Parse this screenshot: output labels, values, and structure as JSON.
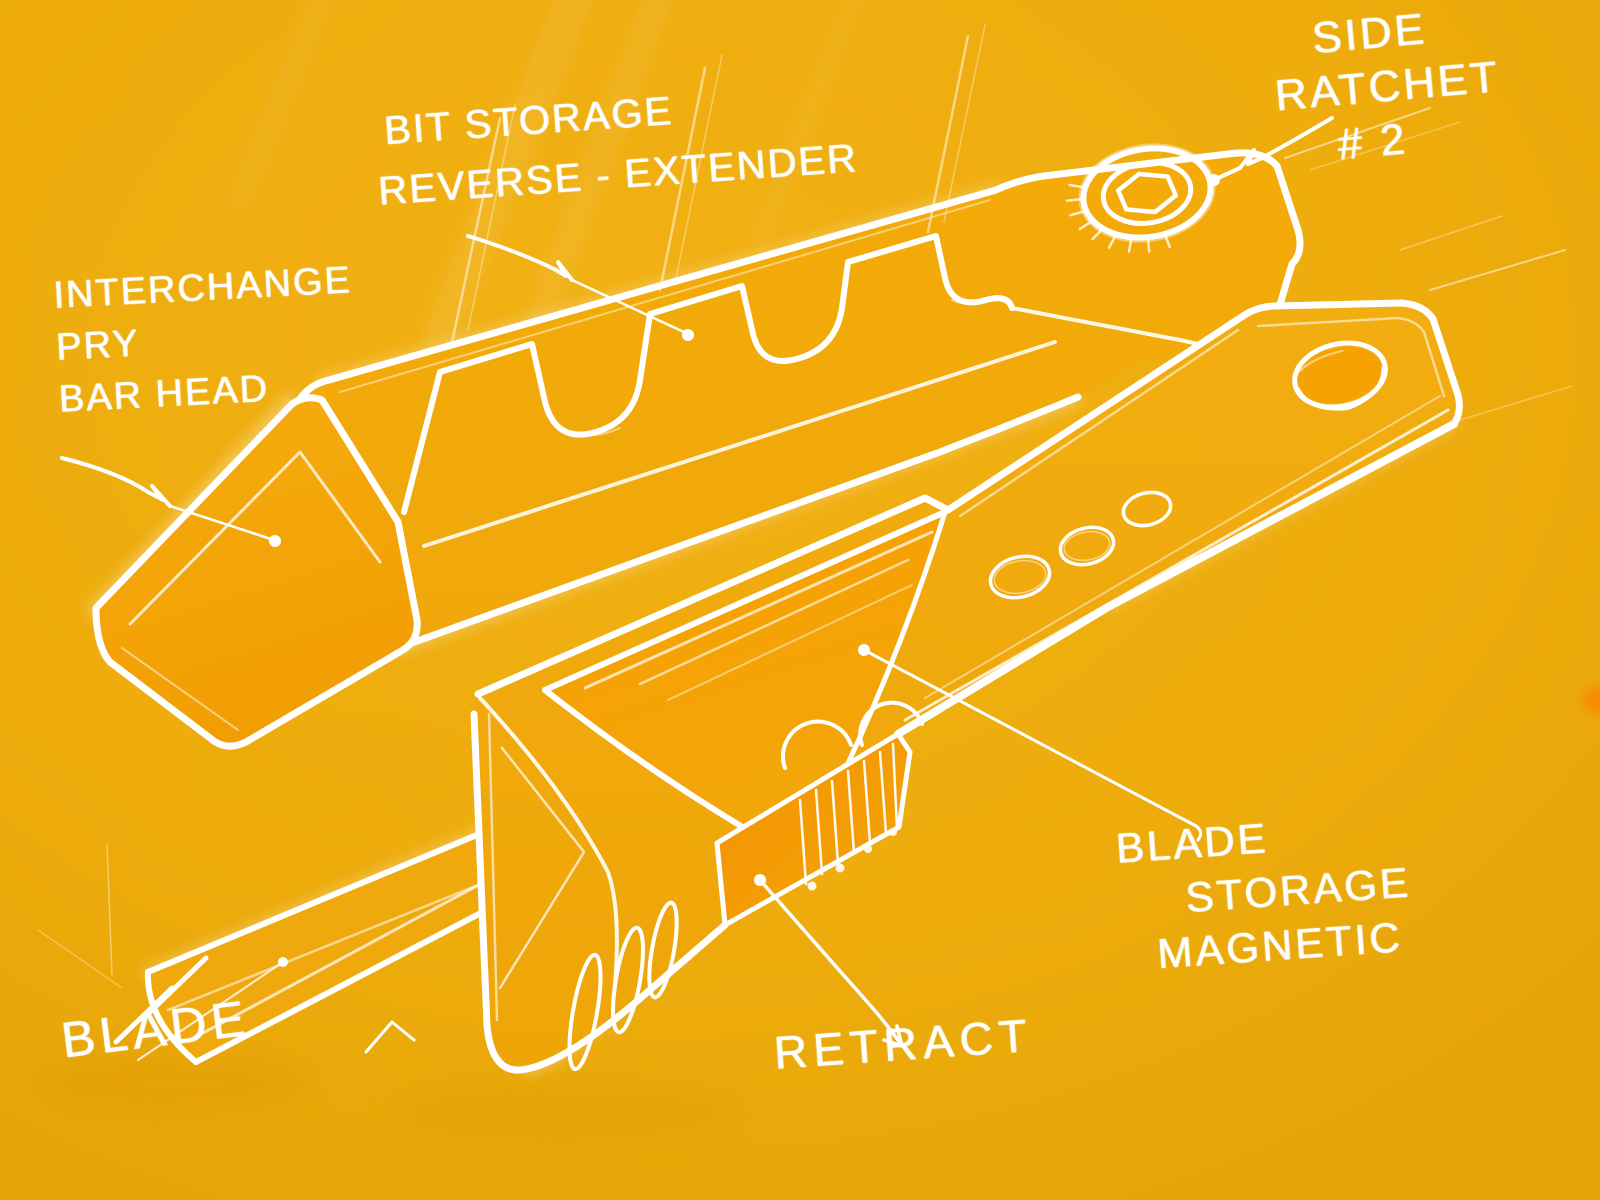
{
  "colors": {
    "background": "#EDAC0C",
    "ink": "#FFFFFF",
    "deep_orange": "#F79E00",
    "hotspot": "#FF8006"
  },
  "annotations": {
    "side_ratchet": {
      "line1": "SIDE",
      "line2": "RATCHET",
      "line3": "# 2"
    },
    "bit_storage": {
      "line1": "BIT STORAGE",
      "line2": "REVERSE - EXTENDER"
    },
    "interchange_pry": {
      "line1": "INTERCHANGE",
      "line2": "PRY",
      "line3": "BAR HEAD"
    },
    "blade": {
      "line1": "BLADE"
    },
    "retract": {
      "line1": "RETRACT"
    },
    "blade_storage": {
      "line1": "BLADE",
      "line2": "STORAGE",
      "line3": "MAGNETIC"
    }
  }
}
